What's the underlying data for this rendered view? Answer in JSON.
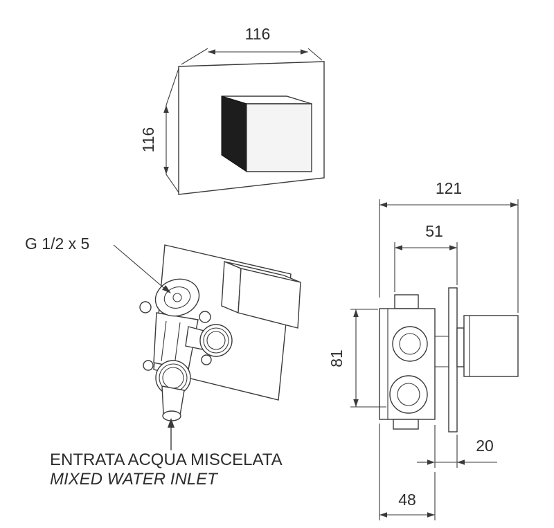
{
  "drawing": {
    "background": "#ffffff",
    "line_color": "#3a3a3a",
    "text_color": "#2d2d2d",
    "handle_dark_face": "#1d1d1d"
  },
  "front_view": {
    "width_dim": "116",
    "height_dim": "116"
  },
  "side_view": {
    "overall_depth_dim": "121",
    "cartridge_to_plate_dim": "51",
    "body_height_dim": "81",
    "plate_offset_dim": "20",
    "roughin_depth_dim": "48"
  },
  "iso_view": {
    "thread_label": "G 1/2 x 5",
    "inlet_caption_primary": "ENTRATA ACQUA MISCELATA",
    "inlet_caption_secondary": "MIXED WATER INLET"
  }
}
